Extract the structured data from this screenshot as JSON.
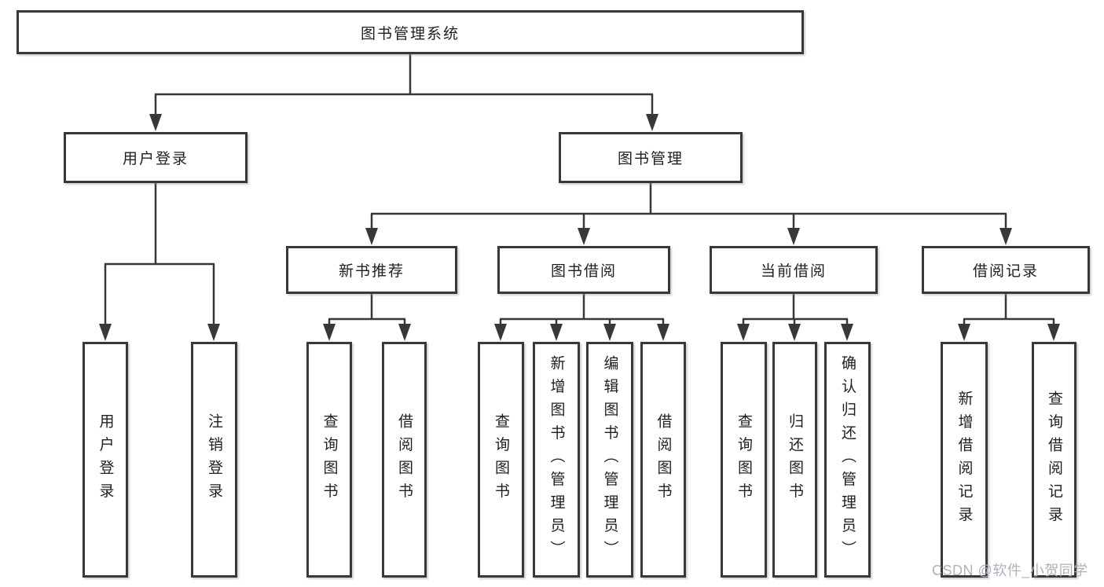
{
  "diagram": {
    "root": {
      "label": "图书管理系统",
      "children": [
        {
          "label": "用户登录",
          "children": [
            {
              "label": "用户登录"
            },
            {
              "label": "注销登录"
            }
          ]
        },
        {
          "label": "图书管理",
          "children": [
            {
              "label": "新书推荐",
              "children": [
                {
                  "label": "查询图书"
                },
                {
                  "label": "借阅图书"
                }
              ]
            },
            {
              "label": "图书借阅",
              "children": [
                {
                  "label": "查询图书"
                },
                {
                  "label": "新增图书（管理员）"
                },
                {
                  "label": "编辑图书（管理员）"
                },
                {
                  "label": "借阅图书"
                }
              ]
            },
            {
              "label": "当前借阅",
              "children": [
                {
                  "label": "查询图书"
                },
                {
                  "label": "归还图书"
                },
                {
                  "label": "确认归还（管理员）"
                }
              ]
            },
            {
              "label": "借阅记录",
              "children": [
                {
                  "label": "新增借阅记录"
                },
                {
                  "label": "查询借阅记录"
                }
              ]
            }
          ]
        }
      ]
    },
    "watermark": "CSDN @软件_小贺同学",
    "colors": {
      "line": "#383838",
      "text": "#1f1f1f",
      "background": "#ffffff",
      "watermark": "#b2b0bc"
    }
  }
}
